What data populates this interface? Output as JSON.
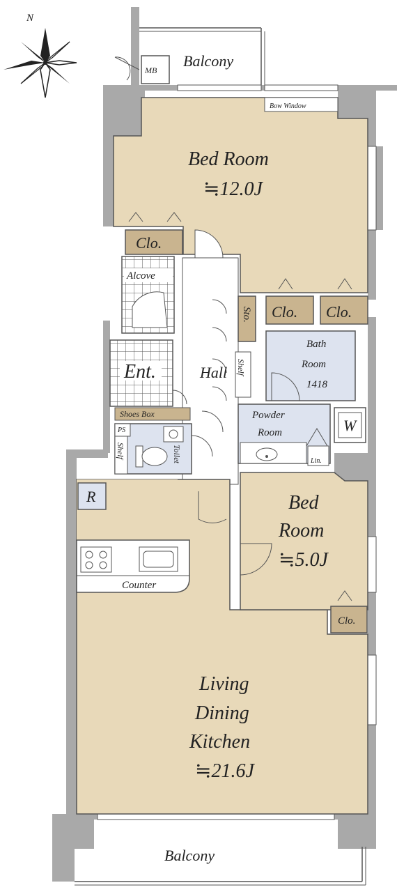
{
  "compass": {
    "north_label": "N"
  },
  "rooms": {
    "balcony_top": "Balcony",
    "meter_box": "MB",
    "bow_window": "Bow Window",
    "bedroom_main": {
      "name": "Bed Room",
      "size": "≒12.0J"
    },
    "closet_main": "Clo.",
    "alcove": "Alcove",
    "storage": "Sto.",
    "closet_2": "Clo.",
    "closet_3": "Clo.",
    "bath": {
      "line1": "Bath",
      "line2": "Room",
      "line3": "1418"
    },
    "entrance": "Ent.",
    "hall": "Hall",
    "shelf_hall": "Shelf",
    "shoes_box": "Shoes Box",
    "powder": {
      "line1": "Powder",
      "line2": "Room"
    },
    "washer": "W",
    "toilet": "Toilet",
    "shelf_toilet": "Shelf",
    "ps": "PS",
    "linen": "Lin.",
    "refrigerator": "R",
    "counter": "Counter",
    "bedroom_small": {
      "line1": "Bed",
      "line2": "Room",
      "size": "≒5.0J"
    },
    "closet_small": "Clo.",
    "ldk": {
      "line1": "Living",
      "line2": "Dining",
      "line3": "Kitchen",
      "size": "≒21.6J"
    },
    "balcony_bottom": "Balcony"
  },
  "colors": {
    "wall": "#a9a9a9",
    "room_fill": "#e8d9b9",
    "wet_area": "#dde3ef",
    "closet": "#c9b48f",
    "tile": "#ffffff",
    "line": "#555555"
  }
}
